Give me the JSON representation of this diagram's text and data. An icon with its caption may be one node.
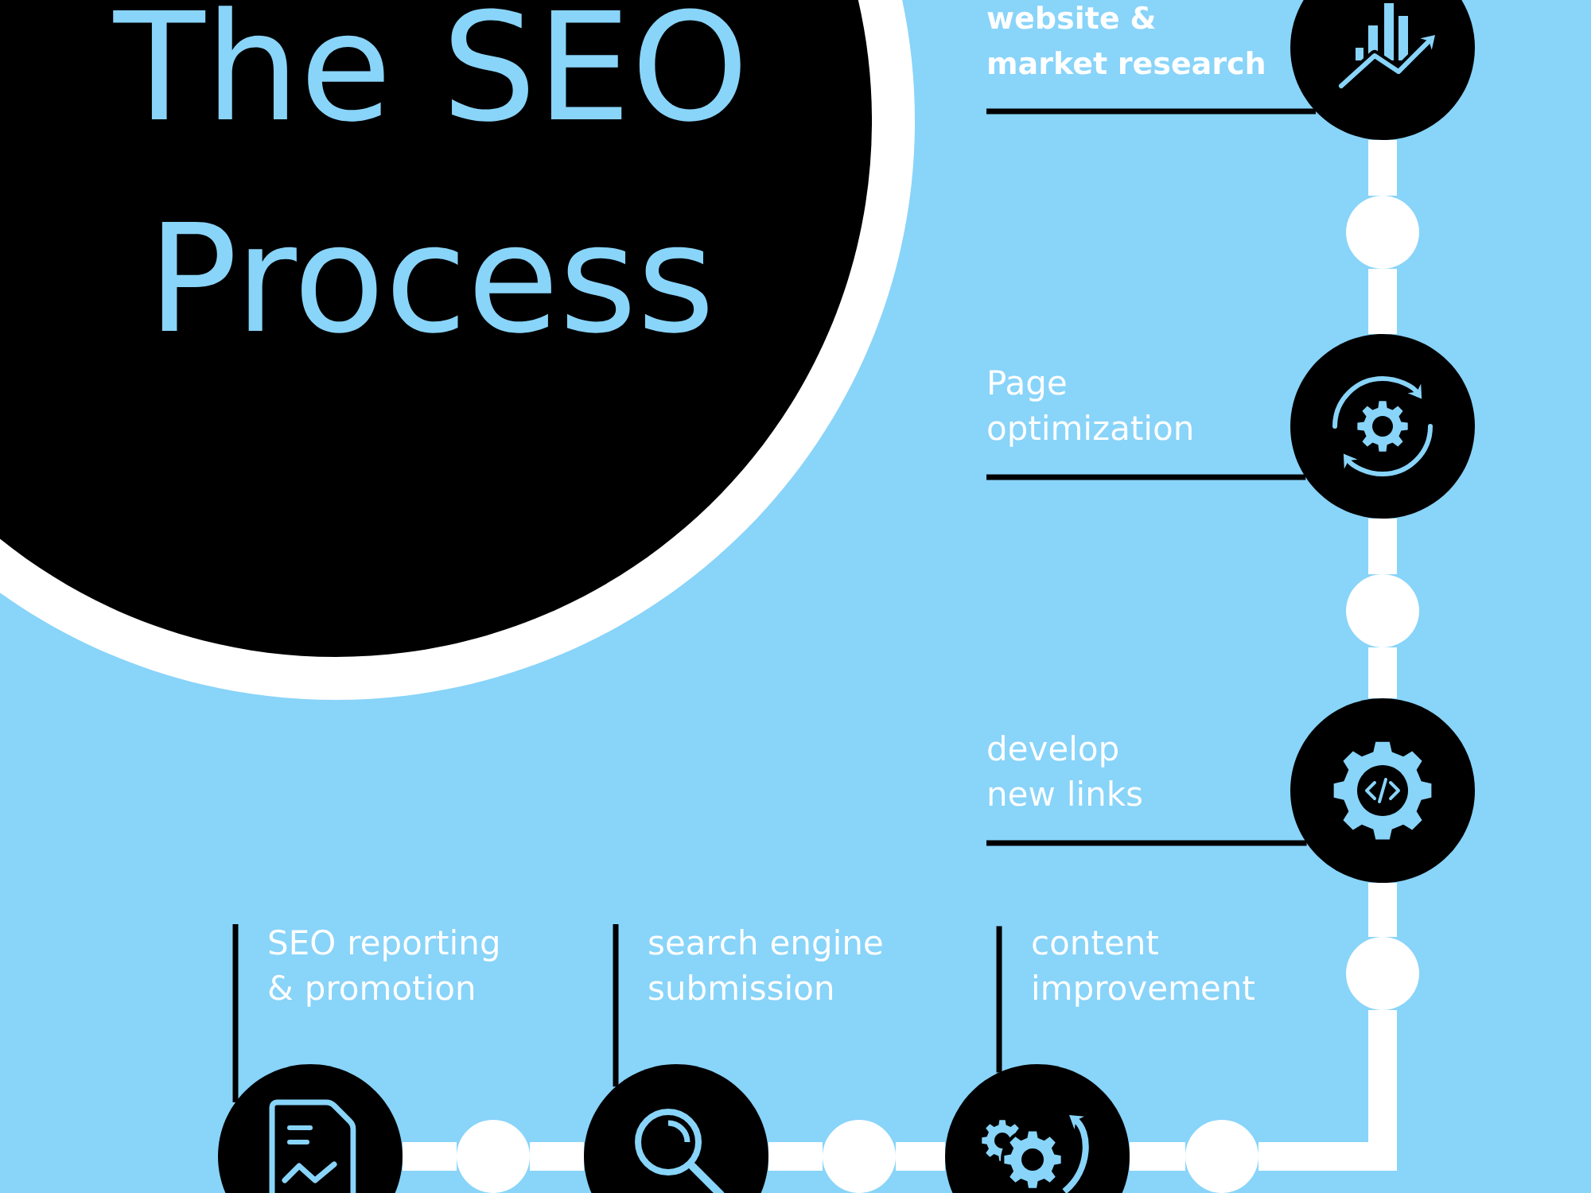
{
  "diagram": {
    "title": "The SEO Process",
    "nodes": [
      {
        "text": [
          "website & market research"
        ]
      },
      {
        "text": [],
        "shape": "circle"
      },
      {
        "text": [],
        "shape": "circle"
      },
      {
        "text": [
          "Page optimization"
        ]
      },
      {
        "text": [],
        "shape": "circle"
      },
      {
        "text": [],
        "shape": "circle"
      },
      {
        "text": [
          "develop new links"
        ]
      },
      {
        "text": [],
        "shape": "circle"
      },
      {
        "text": [],
        "shape": "circle"
      },
      {
        "text": [],
        "shape": "circle"
      },
      {
        "text": [
          "content improvement"
        ]
      },
      {
        "text": [],
        "shape": "circle"
      },
      {
        "text": [],
        "shape": "circle"
      },
      {
        "text": [
          "search engine submission"
        ]
      },
      {
        "text": [],
        "shape": "circle"
      },
      {
        "text": [],
        "shape": "circle"
      },
      {
        "text": [
          "SEO reporting & promotion"
        ]
      },
      {
        "text": [],
        "shape": "circle"
      }
    ],
    "edges": [
      {
        "from": 0,
        "to": 1,
        "arrow": "none",
        "color": "#000000"
      },
      {
        "from": 1,
        "to": 2,
        "arrow": "none"
      },
      {
        "from": 2,
        "to": 4,
        "arrow": "none"
      },
      {
        "from": 3,
        "to": 4,
        "arrow": "none",
        "color": "#000000"
      },
      {
        "from": 4,
        "to": 5,
        "arrow": "none"
      },
      {
        "from": 5,
        "to": 7,
        "arrow": "none"
      },
      {
        "from": 6,
        "to": 7,
        "arrow": "none",
        "color": "#000000"
      },
      {
        "from": 7,
        "to": 8,
        "arrow": "none"
      },
      {
        "from": 8,
        "to": 9,
        "arrow": "none"
      },
      {
        "from": 9,
        "to": 11,
        "arrow": "none"
      },
      {
        "from": 10,
        "to": 11,
        "arrow": "none",
        "color": "#000000"
      },
      {
        "from": 11,
        "to": 12,
        "arrow": "none"
      },
      {
        "from": 12,
        "to": 14,
        "arrow": "none"
      },
      {
        "from": 13,
        "to": 14,
        "arrow": "none",
        "color": "#000000"
      },
      {
        "from": 14,
        "to": 15,
        "arrow": "none"
      },
      {
        "from": 15,
        "to": 17,
        "arrow": "none"
      },
      {
        "from": 16,
        "to": 17,
        "arrow": "none",
        "color": "#000000"
      }
    ]
  }
}
